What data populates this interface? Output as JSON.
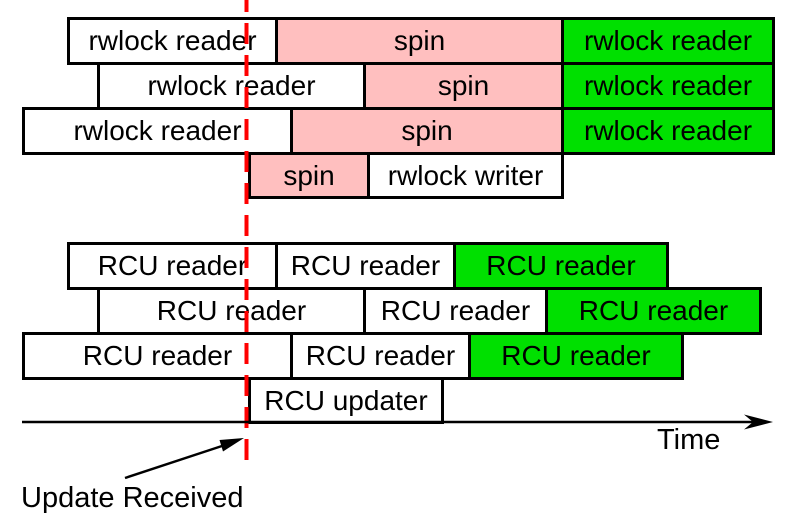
{
  "title": "rwlock vs RCU read-side timeline diagram",
  "rwlock": {
    "rows": [
      {
        "segments": [
          {
            "label": "rwlock reader"
          },
          {
            "label": "spin"
          },
          {
            "label": "rwlock reader"
          }
        ]
      },
      {
        "segments": [
          {
            "label": "rwlock reader"
          },
          {
            "label": "spin"
          },
          {
            "label": "rwlock reader"
          }
        ]
      },
      {
        "segments": [
          {
            "label": "rwlock reader"
          },
          {
            "label": "spin"
          },
          {
            "label": "rwlock reader"
          }
        ]
      },
      {
        "segments": [
          {
            "label": "spin"
          },
          {
            "label": "rwlock writer"
          }
        ]
      }
    ]
  },
  "rcu": {
    "rows": [
      {
        "segments": [
          {
            "label": "RCU reader"
          },
          {
            "label": "RCU reader"
          },
          {
            "label": "RCU reader"
          }
        ]
      },
      {
        "segments": [
          {
            "label": "RCU reader"
          },
          {
            "label": "RCU reader"
          },
          {
            "label": "RCU reader"
          }
        ]
      },
      {
        "segments": [
          {
            "label": "RCU reader"
          },
          {
            "label": "RCU reader"
          },
          {
            "label": "RCU reader"
          }
        ]
      },
      {
        "segments": [
          {
            "label": "RCU updater"
          }
        ]
      }
    ]
  },
  "axis": {
    "label": "Time"
  },
  "annotation": {
    "label": "Update Received"
  },
  "colors": {
    "pink": "#ffbfbf",
    "green": "#00e000",
    "red": "#ff0000",
    "border": "#000000"
  }
}
